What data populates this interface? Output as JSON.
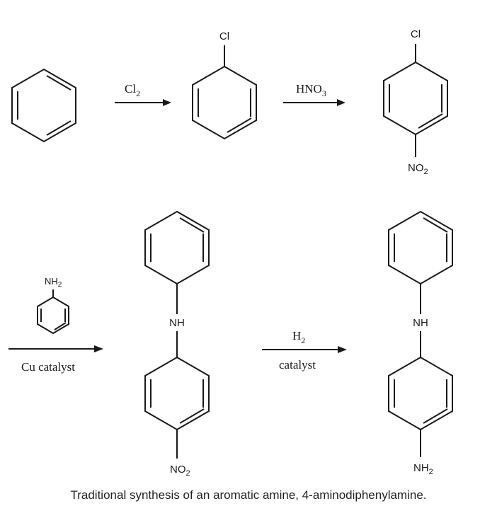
{
  "diagram": {
    "atoms": {
      "cl": "Cl",
      "no2_main": "NO",
      "no2_sub": "2",
      "nh": "NH",
      "nh2_main": "NH",
      "nh2_sub": "2"
    },
    "reagents": {
      "step1_main": "Cl",
      "step1_sub": "2",
      "step2_main": "HNO",
      "step2_sub": "3",
      "step3_below": "Cu catalyst",
      "step4_main": "H",
      "step4_sub": "2",
      "step4_below": "catalyst"
    },
    "caption": "Traditional synthesis of an aromatic amine, 4-aminodiphenylamine."
  }
}
